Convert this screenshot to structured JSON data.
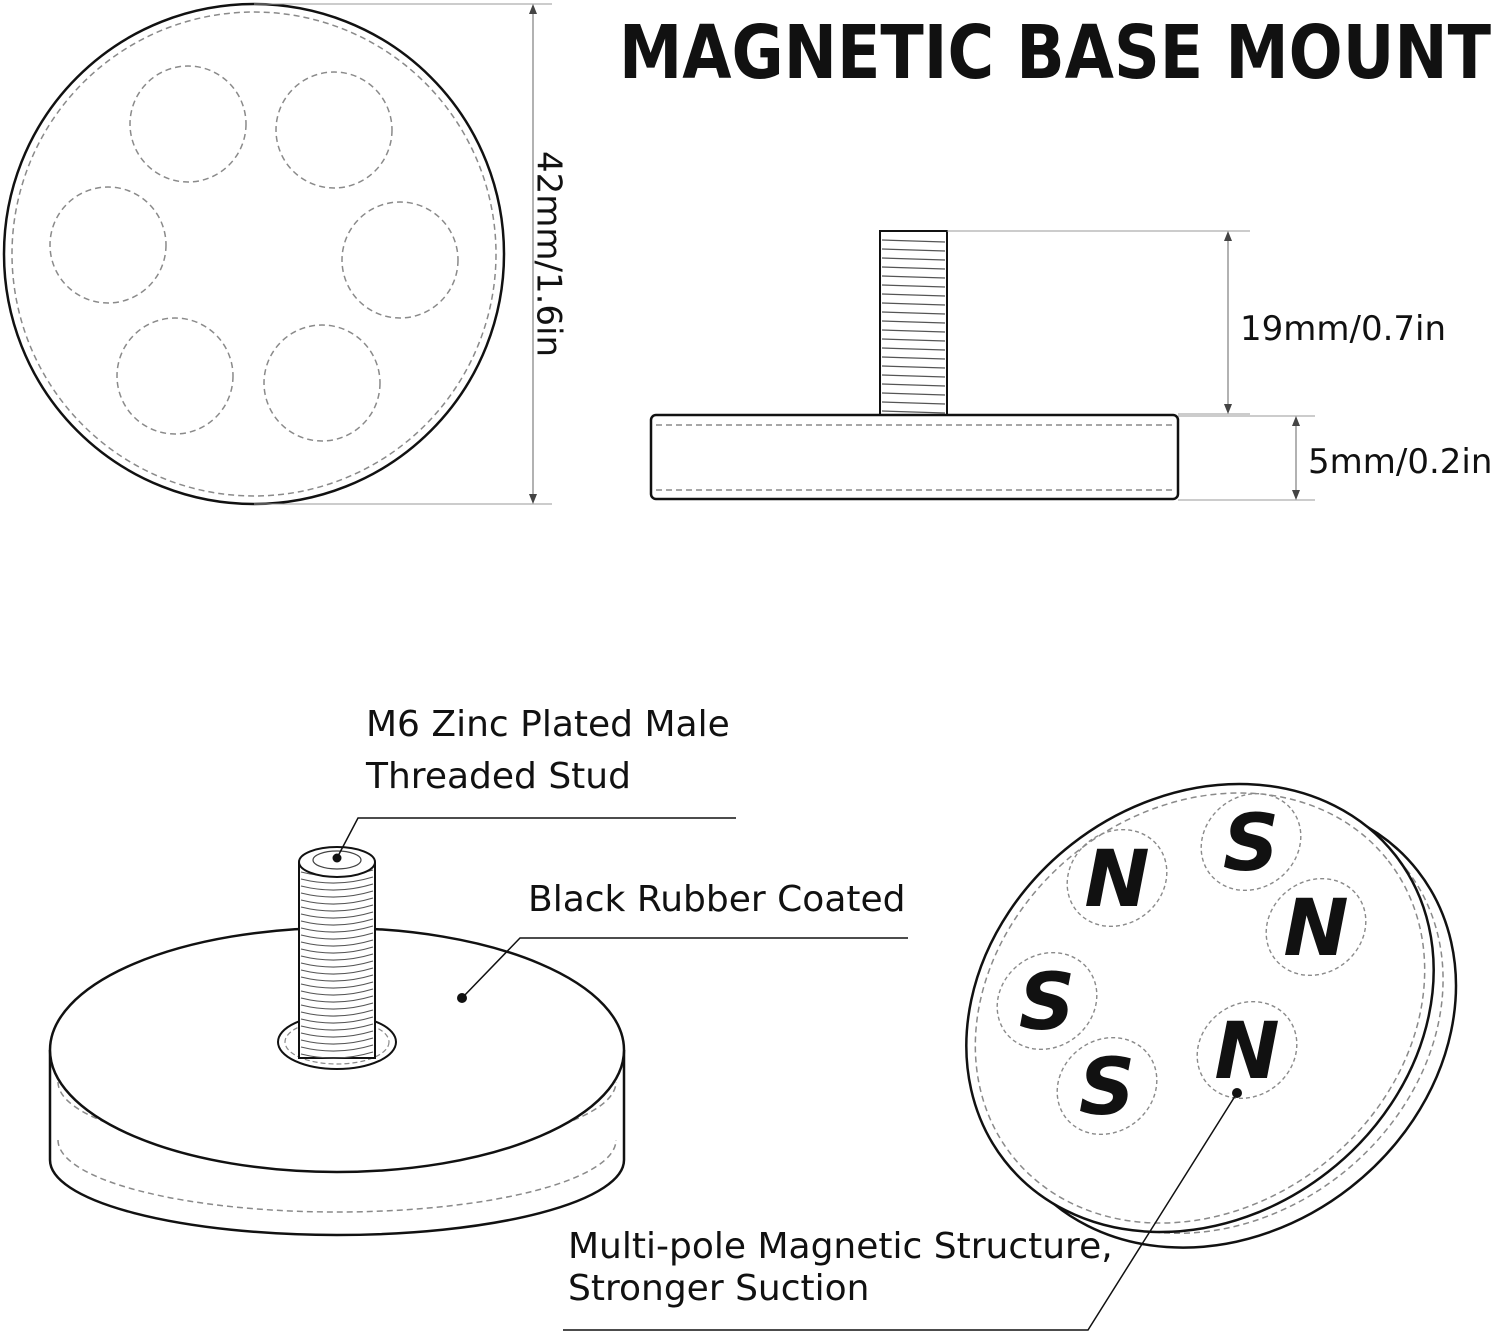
{
  "title": "MAGNETIC BASE MOUNT",
  "dimensions": {
    "diameter": "42mm/1.6in",
    "stud_height": "19mm/0.7in",
    "base_thickness": "5mm/0.2in"
  },
  "callouts": {
    "stud_line1": "M6 Zinc Plated Male",
    "stud_line2": "Threaded Stud",
    "coating": "Black Rubber Coated",
    "magnet_line1": "Multi-pole Magnetic Structure,",
    "magnet_line2": "Stronger Suction"
  },
  "poles": [
    "N",
    "S",
    "N",
    "S",
    "N",
    "S"
  ],
  "colors": {
    "ink": "#111111",
    "dashed": "#8a8a8a",
    "background": "#ffffff"
  }
}
